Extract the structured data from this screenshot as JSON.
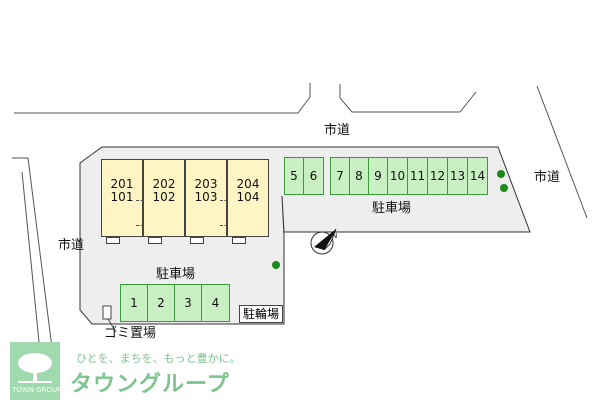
{
  "roads": {
    "top": "市道",
    "left": "市道",
    "right": "市道"
  },
  "units": [
    {
      "upper": "201",
      "lower": "101"
    },
    {
      "upper": "202",
      "lower": "102"
    },
    {
      "upper": "203",
      "lower": "103"
    },
    {
      "upper": "204",
      "lower": "104"
    }
  ],
  "parking_top": {
    "label": "駐車場",
    "group_a": [
      "5",
      "6"
    ],
    "group_b": [
      "7",
      "8",
      "9",
      "10",
      "11",
      "12",
      "13",
      "14"
    ]
  },
  "parking_bottom": {
    "label": "駐車場",
    "spaces": [
      "1",
      "2",
      "3",
      "4"
    ]
  },
  "bicycle_parking": "駐輪場",
  "garbage_area": "ゴミ置場",
  "company": {
    "slogan": "ひとを、まちを、もっと豊かに。",
    "name": "タウングループ",
    "logo_caption": "TOWN GROUP",
    "brand_color": "#7cc58e"
  },
  "colors": {
    "building_fill": "#fff5c4",
    "parking_fill": "#c9f0c2",
    "lot_fill": "#eeeeee",
    "tree": "#1a8a1a"
  },
  "icons": [
    "north-arrow-icon",
    "tree-icon",
    "company-logo-icon"
  ]
}
